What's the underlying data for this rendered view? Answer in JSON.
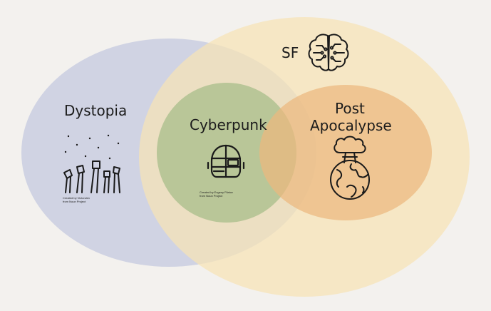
{
  "diagram": {
    "circles": {
      "dystopia": {
        "label": "Dystopia",
        "color": "#c9cee0"
      },
      "sf": {
        "label": "SF",
        "color": "#f7e3b6"
      },
      "cyberpunk": {
        "label": "Cyberpunk",
        "color": "#a8bd8a"
      },
      "post_apocalypse": {
        "label_line1": "Post",
        "label_line2": "Apocalypse",
        "color": "#ebb97e"
      }
    },
    "icons": {
      "sf": "brain-circuit-icon",
      "dystopia": "raised-fists-crowd-icon",
      "cyberpunk": "robot-helmet-icon",
      "post_apocalypse": "nuclear-earth-icon"
    },
    "credits": {
      "dystopia_line1": "Created by Victorulev",
      "dystopia_line2": "from Noun Project",
      "cyberpunk_line1": "Created by Evgeny Filatov",
      "cyberpunk_line2": "from Noun Project"
    }
  }
}
